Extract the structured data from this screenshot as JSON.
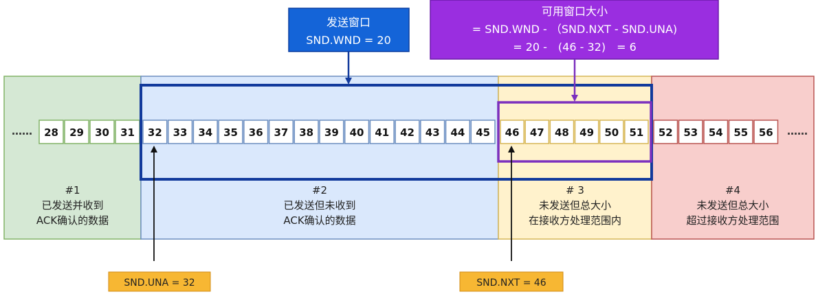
{
  "sequence": {
    "left_ellipsis": "……",
    "right_ellipsis": "……",
    "numbers": [
      "28",
      "29",
      "30",
      "31",
      "32",
      "33",
      "34",
      "35",
      "36",
      "37",
      "38",
      "39",
      "40",
      "41",
      "42",
      "43",
      "44",
      "45",
      "46",
      "47",
      "48",
      "49",
      "50",
      "51",
      "52",
      "53",
      "54",
      "55",
      "56"
    ]
  },
  "regions": [
    {
      "id": "1",
      "lines": [
        "#1",
        "已发送并收到",
        "ACK确认的数据"
      ],
      "fill": "#d5e8d4",
      "stroke": "#82b366",
      "cell_fill": "#d5e8d4",
      "cell_stroke": "#82b366"
    },
    {
      "id": "2",
      "lines": [
        "#2",
        "已发送但未收到",
        "ACK确认的数据"
      ],
      "fill": "#dae8fc",
      "stroke": "#6c8ebf",
      "cell_fill": "#dae8fc",
      "cell_stroke": "#6c8ebf"
    },
    {
      "id": "3",
      "lines": [
        "# 3",
        "未发送但总大小",
        "在接收方处理范围内"
      ],
      "fill": "#fff2cc",
      "stroke": "#d6b656",
      "cell_fill": "#fff2cc",
      "cell_stroke": "#d6b656"
    },
    {
      "id": "4",
      "lines": [
        "#4",
        "未发送但总大小",
        "超过接收方处理范围"
      ],
      "fill": "#f8cecc",
      "stroke": "#b85450",
      "cell_fill": "#f8cecc",
      "cell_stroke": "#b85450"
    }
  ],
  "send_window": {
    "title": "发送窗口",
    "value": "SND.WND = 20",
    "fill": "#1464d8",
    "stroke": "#0b3fa0",
    "frame_color": "#123a9c"
  },
  "usable_window": {
    "title": "可用窗口大小",
    "formula": "= SND.WND - （SND.NXT - SND.UNA)",
    "result": "= 20 -　(46 - 32)　= 6",
    "fill": "#9a2ee0",
    "stroke": "#6a1aa8",
    "frame_color": "#7b2fbe"
  },
  "pointers": [
    {
      "label": "SND.UNA = 32",
      "at": "32"
    },
    {
      "label": "SND.NXT = 46",
      "at": "46"
    }
  ],
  "pointer_style": {
    "fill": "#f7b733",
    "stroke": "#d08a10",
    "line": "#111111"
  }
}
